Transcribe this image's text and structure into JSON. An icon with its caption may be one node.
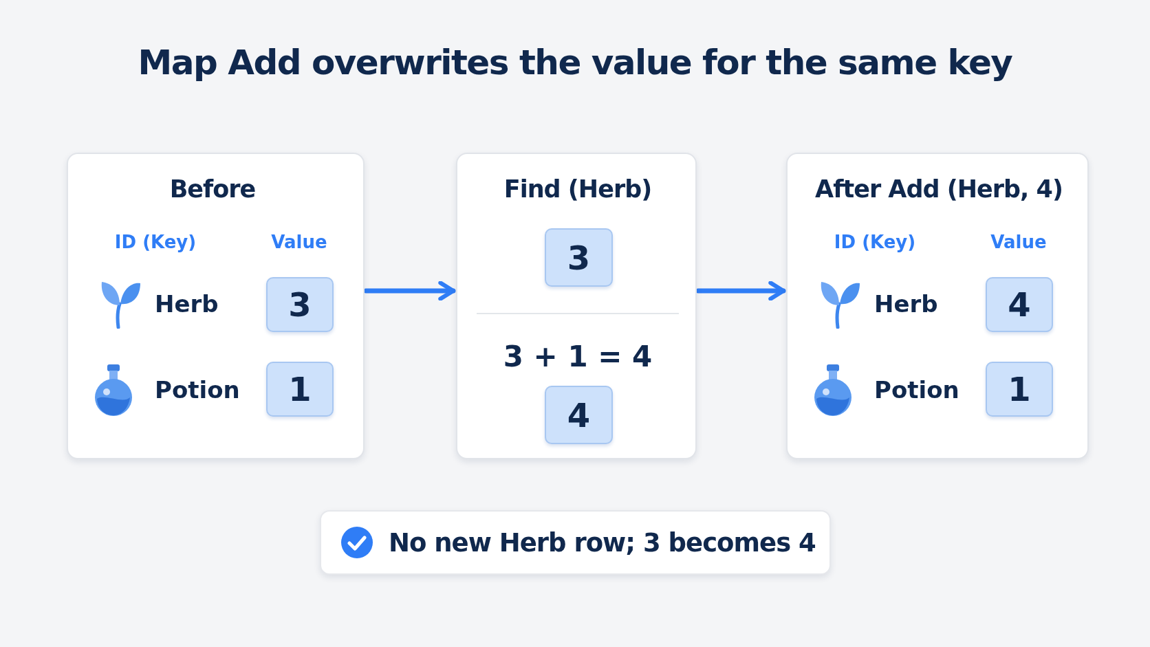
{
  "diagram": {
    "title": "Map Add overwrites the value for the same key",
    "nodes": [
      {
        "text": [
          "Before",
          "ID (Key)",
          "Value",
          "Herb",
          "Potion"
        ]
      },
      {
        "text": [
          "3"
        ],
        "in": 0
      },
      {
        "text": [
          "1"
        ],
        "in": 0
      },
      {
        "text": [
          "Find (Herb)",
          "3 + 1 = 4"
        ]
      },
      {
        "text": [
          "3"
        ],
        "in": 3
      },
      {
        "text": [
          "4"
        ],
        "in": 3
      },
      {
        "text": [
          "After Add (Herb, 4)",
          "ID (Key)",
          "Value",
          "Herb",
          "Potion"
        ]
      },
      {
        "text": [
          "4"
        ],
        "in": 6
      },
      {
        "text": [
          "1"
        ],
        "in": 6
      },
      {
        "text": [
          "No new Herb row; 3 becomes 4"
        ]
      }
    ],
    "edges": [
      {
        "from": 0,
        "to": 3,
        "arrow": "to"
      },
      {
        "from": 3,
        "to": 6,
        "arrow": "to"
      }
    ]
  }
}
